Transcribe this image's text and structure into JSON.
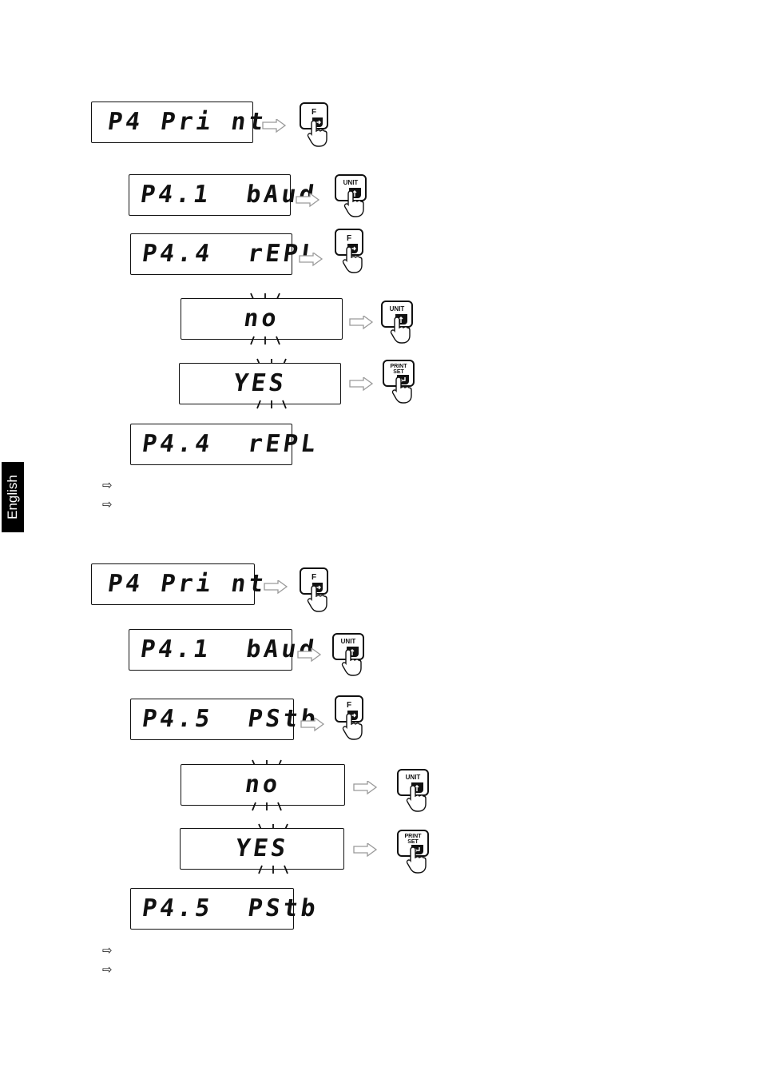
{
  "sidebar": {
    "language_tab": "English"
  },
  "keys": {
    "f": "F",
    "unit": "UNIT",
    "print": "PRINT",
    "set": "SET"
  },
  "icons": {
    "step_arrow": "outline-arrow-right-icon",
    "bullet": "outline-arrow-bullet-icon",
    "finger": "pointing-finger-icon"
  },
  "section1": {
    "displays": [
      "P4 Pri nt",
      "P4.1  bAud",
      "P4.4  rEPL",
      "no",
      "YES",
      "P4.4  rEPL"
    ],
    "bullets": [
      "⇨",
      "⇨"
    ]
  },
  "section2": {
    "displays": [
      "P4 Pri nt",
      "P4.1  bAud",
      "P4.5  PStb",
      "no",
      "YES",
      "P4.5  PStb"
    ],
    "bullets": [
      "⇨",
      "⇨"
    ]
  }
}
